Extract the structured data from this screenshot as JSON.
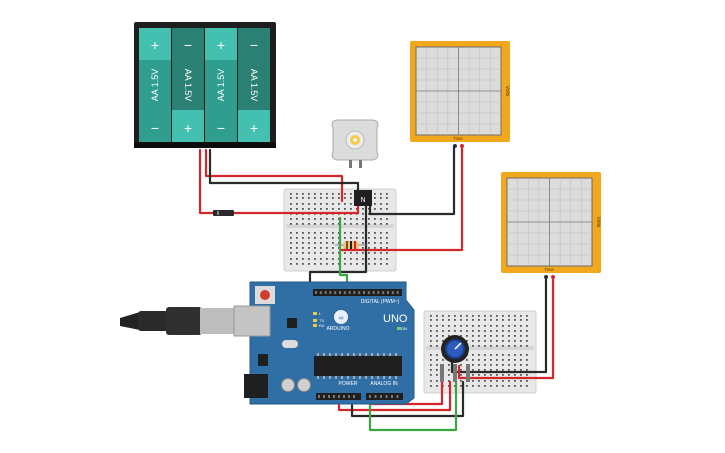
{
  "battery_pack": {
    "cells": [
      {
        "label": "AA 1.5V",
        "top_terminal": "+",
        "bottom_terminal": "−"
      },
      {
        "label": "AA 1.5V",
        "top_terminal": "−",
        "bottom_terminal": "+"
      },
      {
        "label": "AA 1.5V",
        "top_terminal": "+",
        "bottom_terminal": "−"
      },
      {
        "label": "AA 1.5V",
        "top_terminal": "−",
        "bottom_terminal": "+"
      }
    ]
  },
  "transistor": {
    "label": "N"
  },
  "multimeters": [
    {
      "side_label": "Volts",
      "bottom_label": "Time"
    },
    {
      "side_label": "Volts",
      "bottom_label": "Time"
    }
  ],
  "arduino": {
    "brand": "ARDUINO",
    "model": "UNO",
    "digital_label": "DIGITAL (PWM~)",
    "power_label": "POWER",
    "analog_label": "ANALOG IN",
    "tx_label": "TX",
    "rx_label": "RX",
    "l_label": "L",
    "on_label": "ON"
  },
  "colors": {
    "wire_red": "#d6262b",
    "wire_black": "#2a2a2a",
    "wire_green": "#3aa63f",
    "board_blue": "#2f6fa6",
    "scope_orange": "#f2a81d",
    "battery_teal": "#3aa899"
  }
}
